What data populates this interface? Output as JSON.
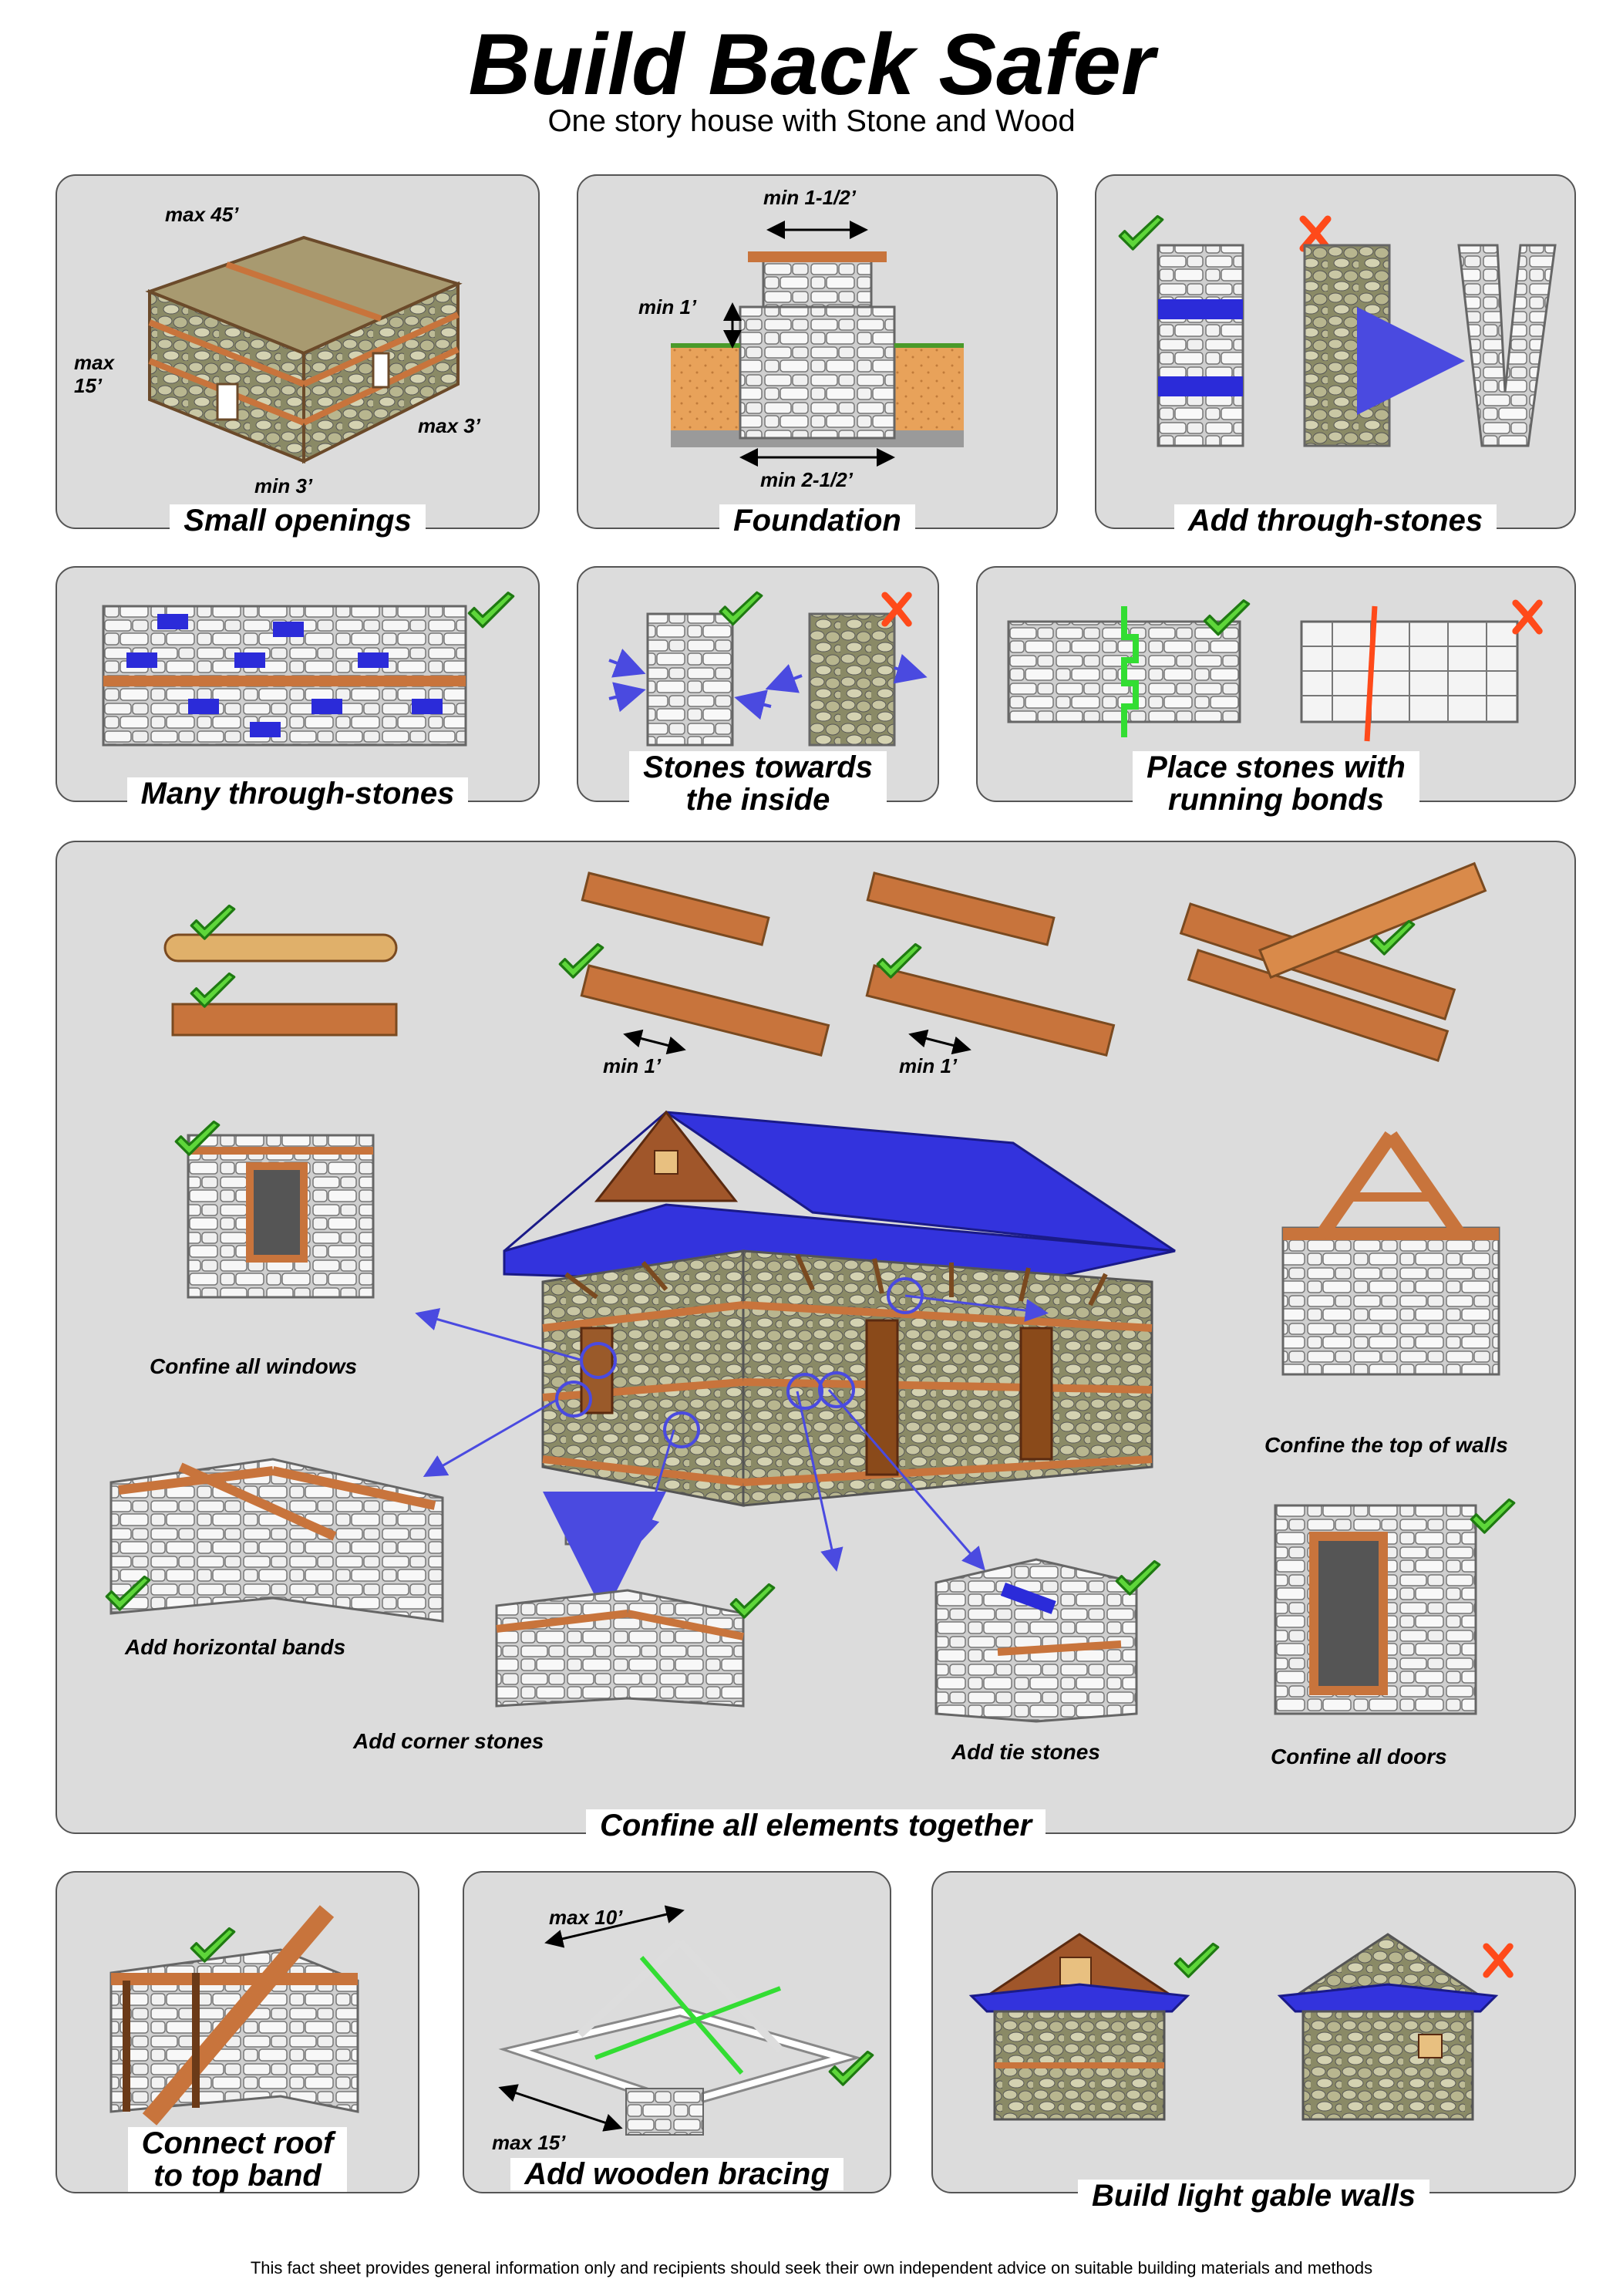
{
  "title": "Build Back Safer",
  "subtitle": "One story house with Stone and Wood",
  "panels": {
    "small_openings": {
      "label": "Small openings",
      "dims": {
        "length": "max 45’",
        "height": "max\n15’",
        "window": "max 3’",
        "gap": "min 3’"
      }
    },
    "foundation": {
      "label": "Foundation",
      "dims": {
        "top": "min 1-1/2’",
        "depth": "min 1’",
        "base": "min 2-1/2’"
      }
    },
    "through_stones": {
      "label": "Add through-stones"
    },
    "many_through_stones": {
      "label": "Many through-stones"
    },
    "stones_inside": {
      "label": "Stones towards\nthe inside"
    },
    "running_bonds": {
      "label": "Place stones with\nrunning bonds"
    },
    "confine": {
      "label": "Confine all elements together",
      "dims": {
        "joint1": "min 1’",
        "joint2": "min 1’"
      },
      "captions": {
        "windows": "Confine all windows",
        "top_walls": "Confine the top of walls",
        "bands": "Add horizontal bands",
        "corner": "Add corner stones",
        "tie": "Add tie stones",
        "doors": "Confine all doors"
      }
    },
    "connect_roof": {
      "label": "Connect roof\nto top band"
    },
    "bracing": {
      "label": "Add wooden bracing",
      "dims": {
        "top": "max 10’",
        "bottom": "max 15’"
      }
    },
    "gable": {
      "label": "Build light gable walls"
    }
  },
  "footnote": "This fact sheet provides general information only and recipients should seek their own independent advice on suitable building materials and methods",
  "colors": {
    "panel_bg": "#dcdcdc",
    "timber": "#c8743c",
    "stone": "#f4f4f4",
    "through_stone": "#2b2bd9",
    "roof": "#3333dd",
    "check": "#5ed63a",
    "cross": "#ff4a1a",
    "arrow": "#4a4ae0"
  },
  "icons": [
    "check-icon",
    "cross-icon",
    "arrow-icon"
  ]
}
